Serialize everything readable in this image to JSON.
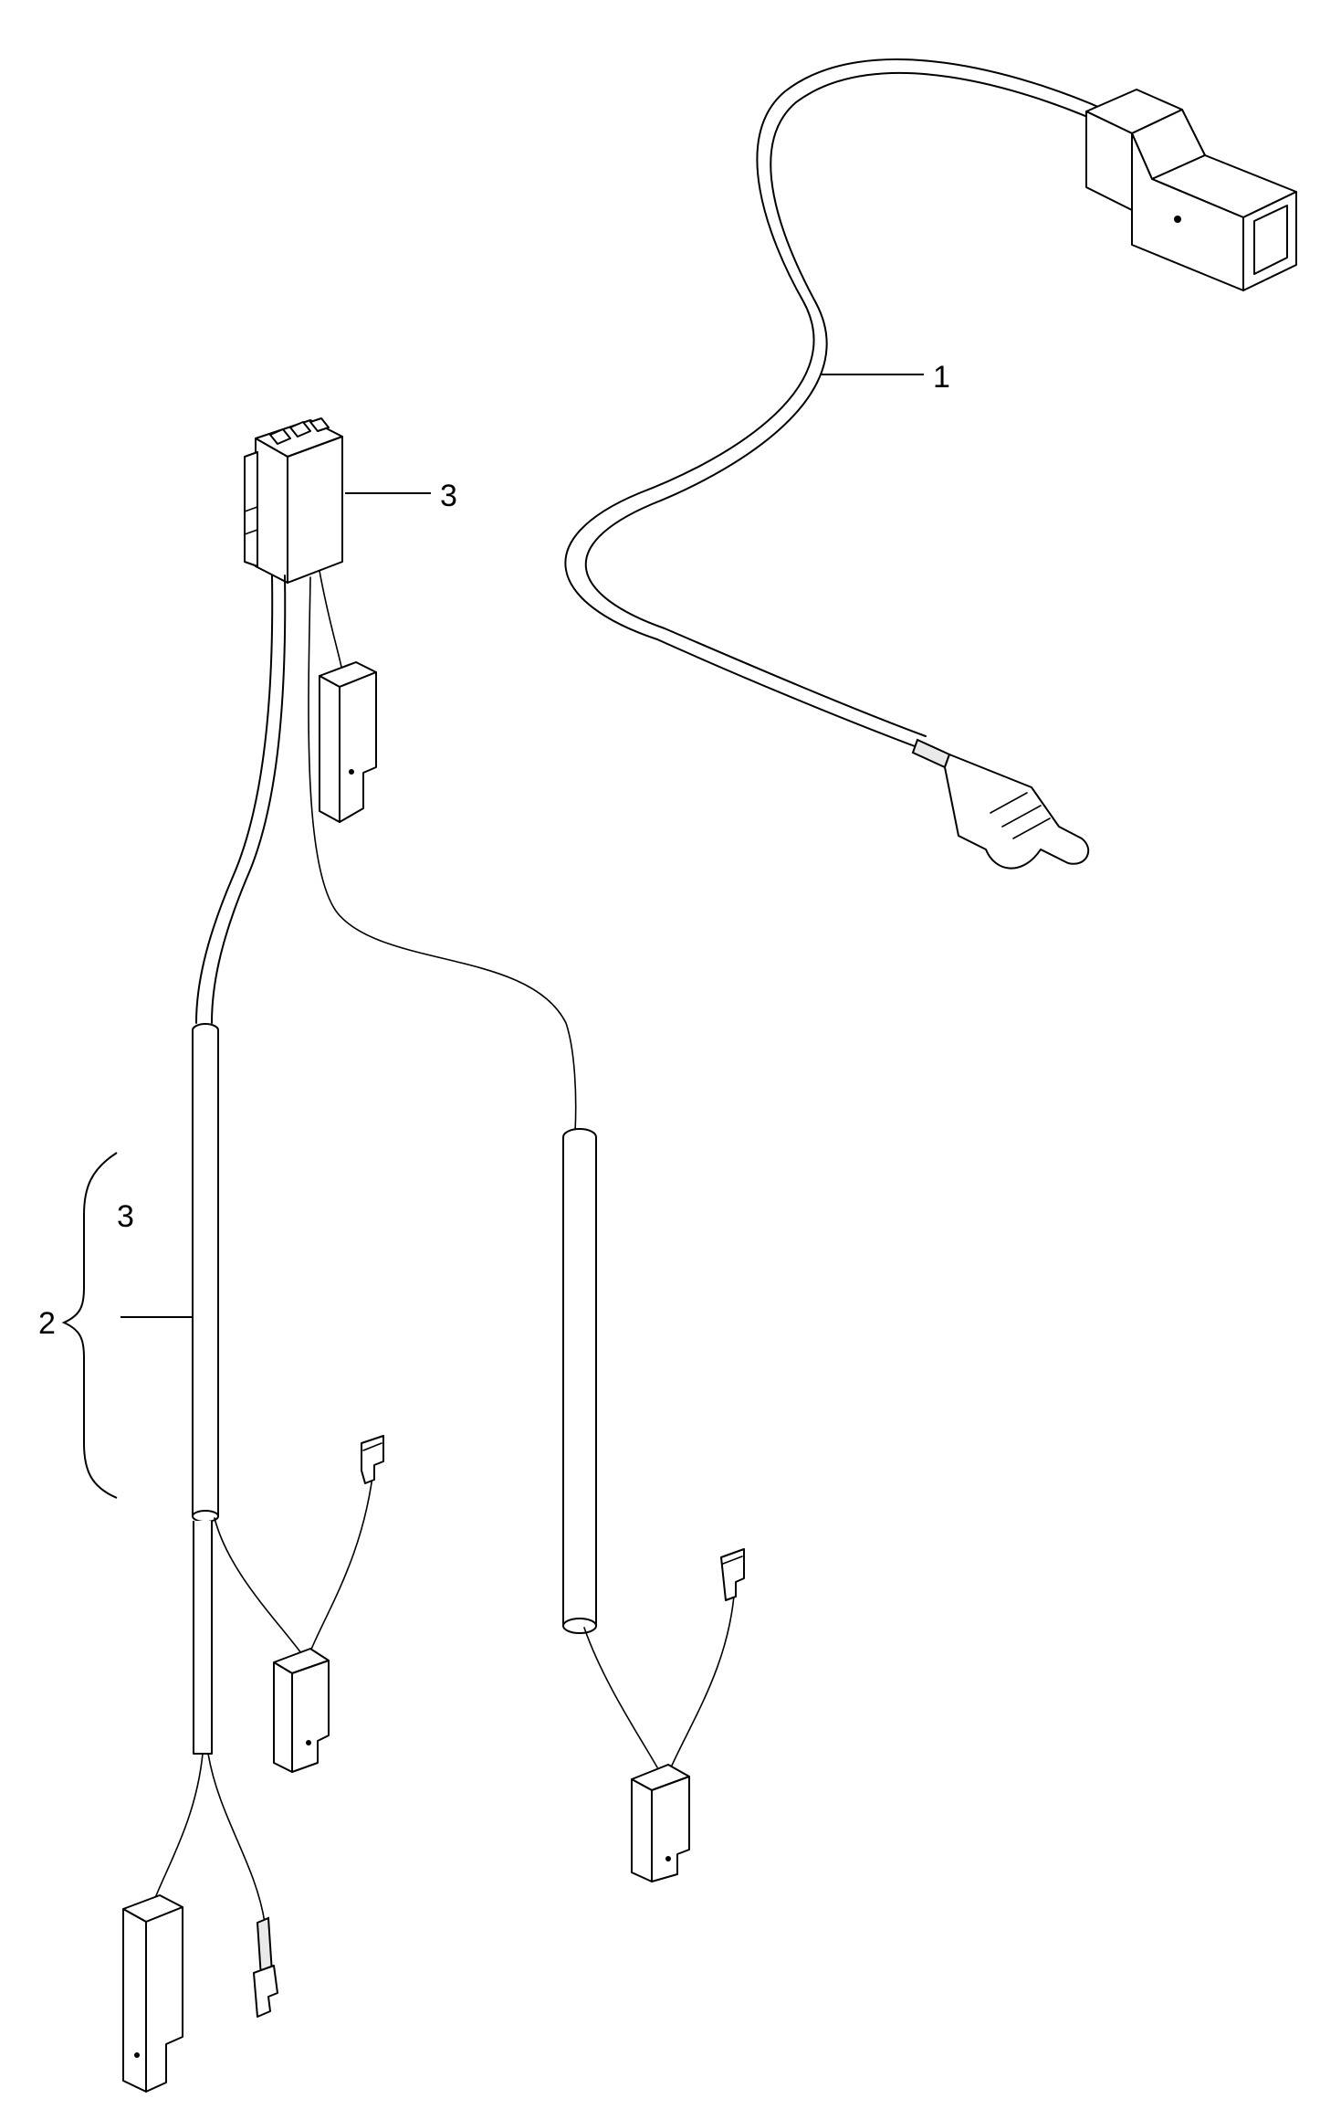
{
  "callouts": {
    "item_1": "1",
    "item_2": "2",
    "item_3_connector": "3",
    "item_3_bracket": "3"
  },
  "colors": {
    "line": "#000000",
    "background": "#ffffff"
  }
}
